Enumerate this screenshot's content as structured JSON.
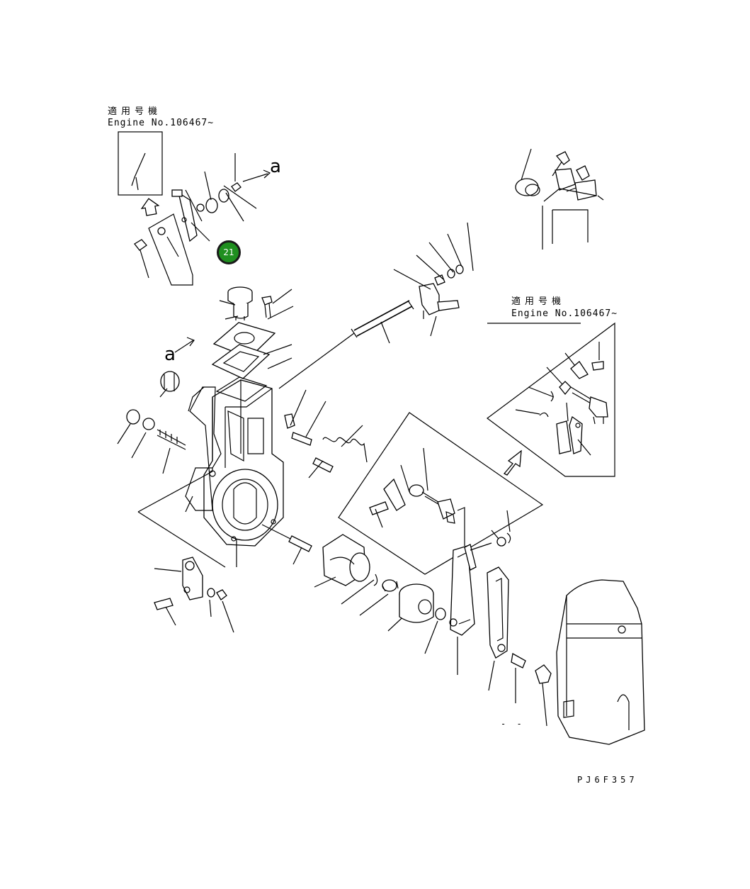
{
  "notes": [
    {
      "jp": "適用号機",
      "en": "Engine No.106467~"
    },
    {
      "jp": "適用号機",
      "en": "Engine No.106467~"
    }
  ],
  "arrow_labels": [
    "a",
    "a"
  ],
  "callout": {
    "number": "21",
    "color": "#1f8f1f"
  },
  "drawing_code": "PJ6F357",
  "stray_marks": "- -"
}
